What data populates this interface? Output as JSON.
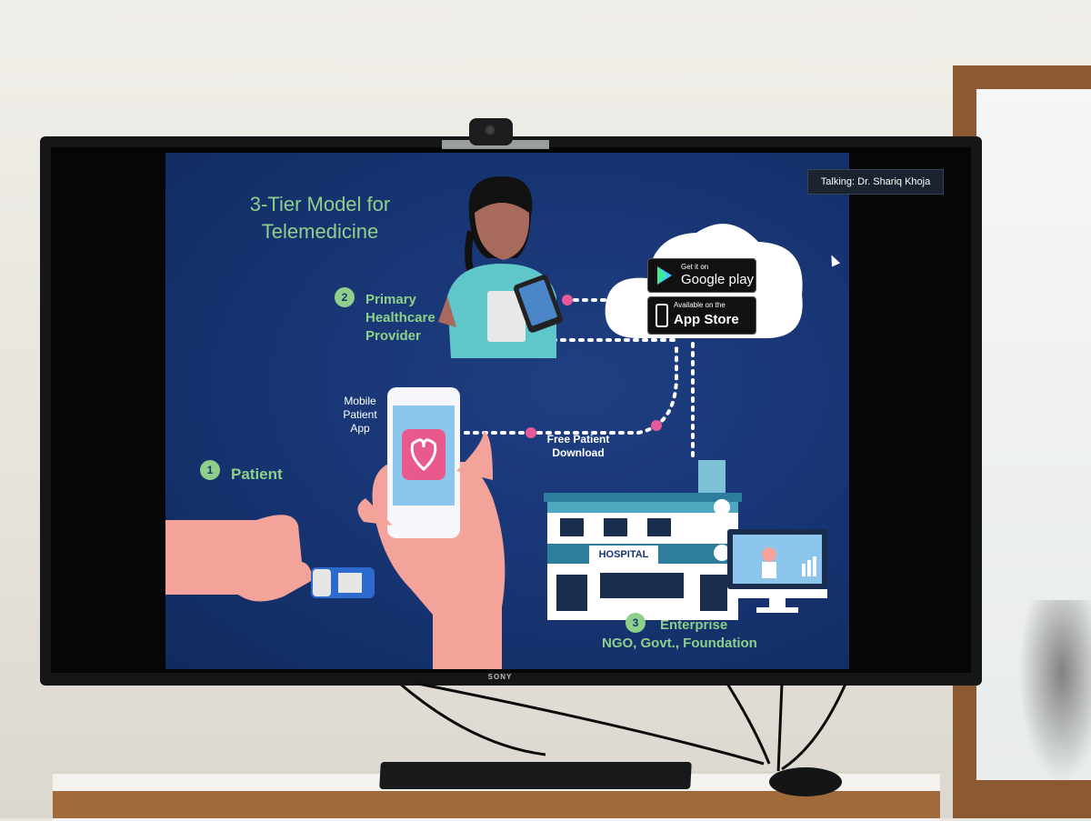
{
  "overlay": {
    "talking": "Talking: Dr. Shariq Khoja"
  },
  "tv": {
    "brand": "SONY"
  },
  "slide": {
    "title_line1": "3-Tier Model for",
    "title_line2": "Telemedicine",
    "tier1": {
      "number": "1",
      "label": "Patient"
    },
    "tier2": {
      "number": "2",
      "label_line1": "Primary",
      "label_line2": "Healthcare",
      "label_line3": "Provider"
    },
    "tier3": {
      "number": "3",
      "label_line1": "Enterprise",
      "label_line2": "NGO, Govt., Foundation"
    },
    "mobile_app_line1": "Mobile",
    "mobile_app_line2": "Patient",
    "mobile_app_line3": "App",
    "download_line1": "Free Patient",
    "download_line2": "Download",
    "google_play_small": "Get it on",
    "google_play_large": "Google play",
    "app_store_small": "Available on the",
    "app_store_large": "App Store",
    "hospital_sign": "HOSPITAL"
  },
  "colors": {
    "slide_bg": "#173472",
    "accent_green": "#8ed08a",
    "dot_pink": "#e75a9a",
    "skin": "#f3a39a",
    "scrub": "#5fc6c9"
  }
}
